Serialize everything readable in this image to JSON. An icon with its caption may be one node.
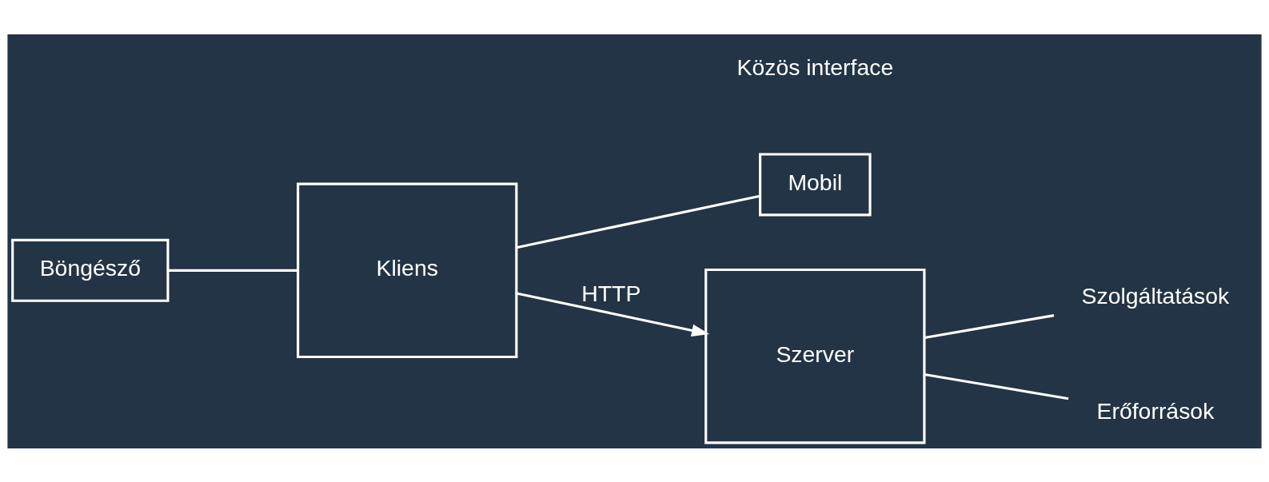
{
  "diagram": {
    "nodes": [
      {
        "text": [
          "Böngésző"
        ]
      },
      {
        "text": [
          "Kliens"
        ]
      },
      {
        "text": [
          "Mobil"
        ]
      },
      {
        "text": [
          "Szerver"
        ]
      },
      {
        "text": [
          "Szolgáltatások"
        ]
      },
      {
        "text": [
          "Erőforrások"
        ]
      }
    ],
    "edges": [
      {
        "from": 0,
        "to": 1,
        "arrow": "none"
      },
      {
        "from": 1,
        "to": 2,
        "arrow": "none"
      },
      {
        "from": 1,
        "to": 3,
        "arrow": "to",
        "label": "HTTP"
      },
      {
        "from": 3,
        "to": 4,
        "arrow": "none"
      },
      {
        "from": 3,
        "to": 5,
        "arrow": "none"
      }
    ],
    "labels": [
      "Közös interface"
    ]
  }
}
